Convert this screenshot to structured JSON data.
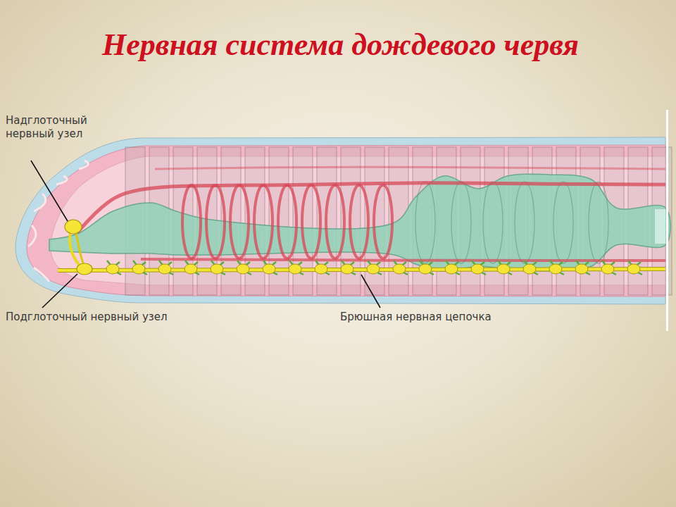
{
  "diagram": {
    "title": "Нервная система дождевого червя",
    "labels": [
      "Надглоточный нервный узел",
      "Подглоточный нервный узел",
      "Брюшная нервная цепочка"
    ]
  }
}
